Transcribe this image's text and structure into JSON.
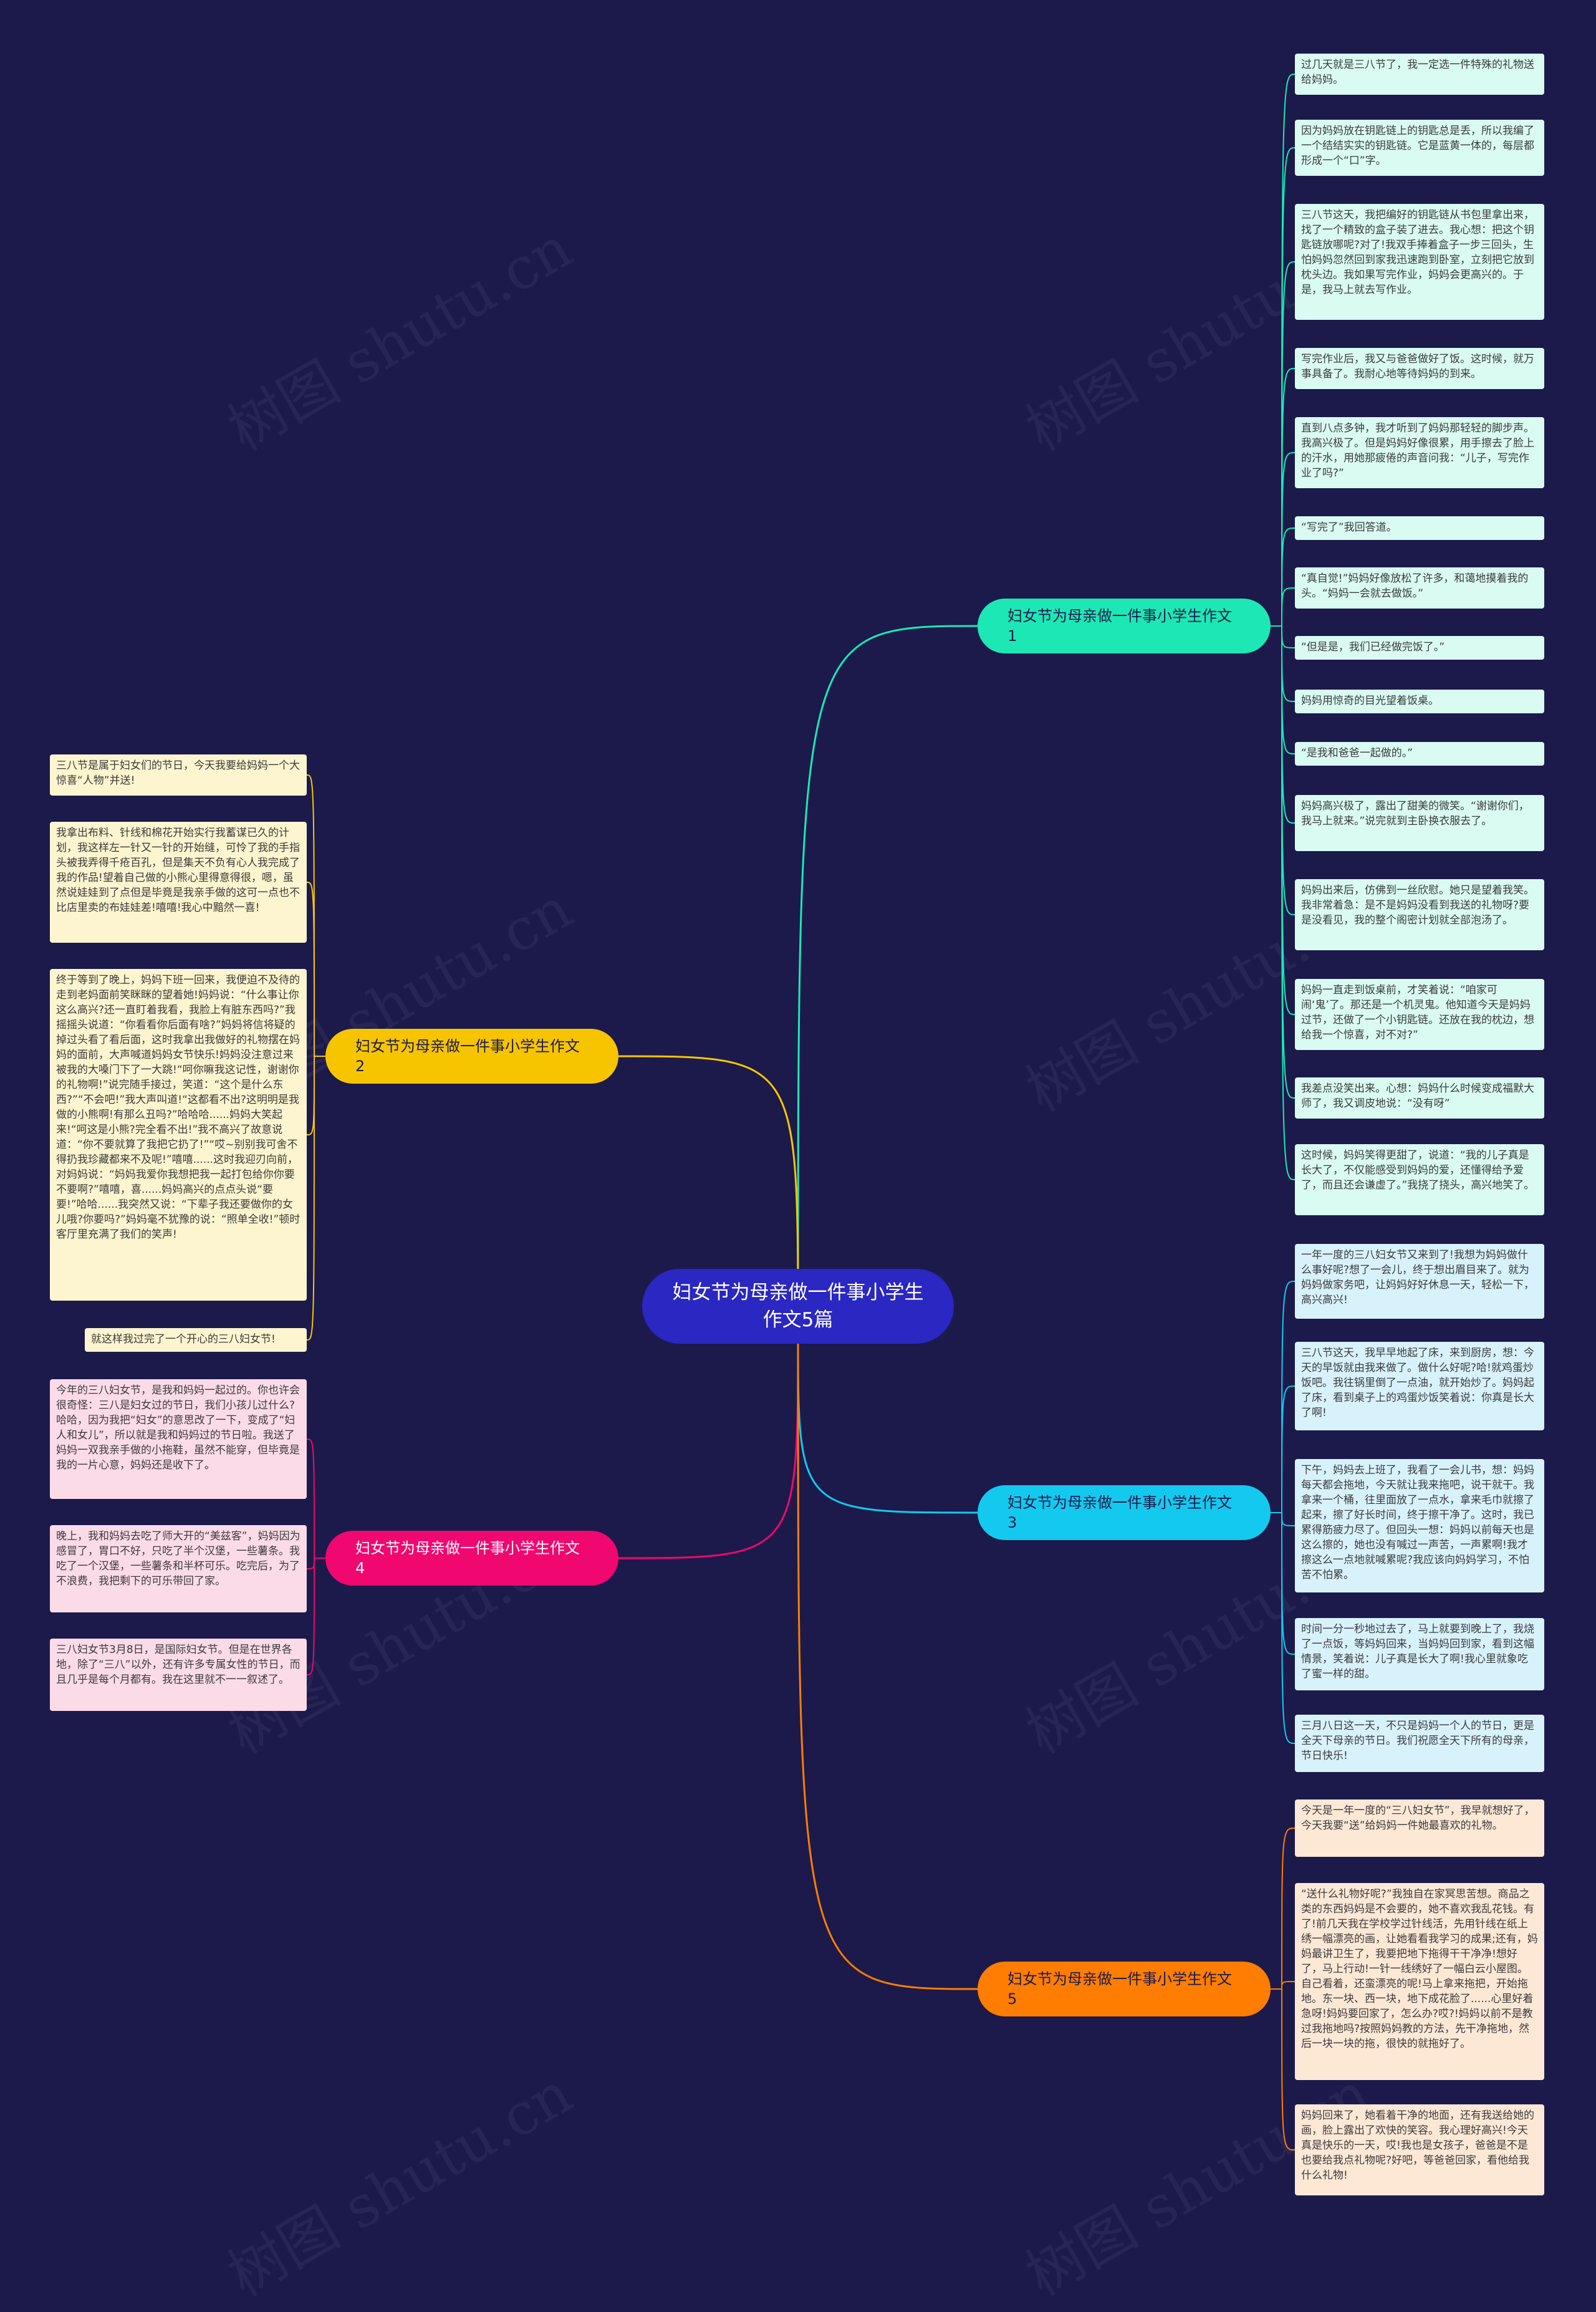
{
  "root": {
    "title": "妇女节为母亲做一件事小学生作文5篇"
  },
  "watermark": "树图 shutu.cn",
  "colors": {
    "background": "#1b1a4b",
    "root": "#2a27c2",
    "branch1": "#1de8b5",
    "branch2": "#f7c500",
    "branch3": "#14c9ee",
    "branch4": "#f0076f",
    "branch5": "#ff7d00"
  },
  "branches": [
    {
      "label": "妇女节为母亲做一件事小学生作文1",
      "color": "#1de8b5",
      "text_color": "#1b1a4b",
      "side": "right",
      "leaves": [
        "过几天就是三八节了，我一定选一件特殊的礼物送给妈妈。",
        "因为妈妈放在钥匙链上的钥匙总是丢，所以我编了一个结结实实的钥匙链。它是蓝黄一体的，每层都形成一个“口”字。",
        "三八节这天，我把编好的钥匙链从书包里拿出来，找了一个精致的盒子装了进去。我心想：把这个钥匙链放哪呢?对了!我双手捧着盒子一步三回头，生怕妈妈忽然回到家我迅速跑到卧室，立刻把它放到枕头边。我如果写完作业，妈妈会更高兴的。于是，我马上就去写作业。",
        "写完作业后，我又与爸爸做好了饭。这时候，就万事具备了。我耐心地等待妈妈的到来。",
        "直到八点多钟，我才听到了妈妈那轻轻的脚步声。我高兴极了。但是妈妈好像很累，用手擦去了脸上的汗水，用她那疲倦的声音问我：“儿子，写完作业了吗?”",
        "“写完了”我回答道。",
        "“真自觉!”妈妈好像放松了许多，和蔼地摸着我的头。“妈妈一会就去做饭。”",
        "“但是是，我们已经做完饭了。”",
        "妈妈用惊奇的目光望着饭桌。",
        "“是我和爸爸一起做的。”",
        "妈妈高兴极了，露出了甜美的微笑。“谢谢你们，我马上就来。”说完就到主卧换衣服去了。",
        "妈妈出来后，仿佛到一丝欣慰。她只是望着我笑。我非常着急：是不是妈妈没看到我送的礼物呀?要是没看见，我的整个阁密计划就全部泡汤了。",
        "妈妈一直走到饭桌前，才笑着说：“咱家可闹‘鬼’了。那还是一个机灵鬼。他知道今天是妈妈过节，还做了一个小钥匙链。还放在我的枕边，想给我一个惊喜，对不对?”",
        "我差点没笑出来。心想：妈妈什么时候变成福默大师了，我又调皮地说：“没有呀”",
        "这时候，妈妈笑得更甜了，说道：“我的儿子真是长大了，不仅能感受到妈妈的爱，还懂得给予爱了，而且还会谦虚了。”我挠了挠头，高兴地笑了。"
      ]
    },
    {
      "label": "妇女节为母亲做一件事小学生作文2",
      "color": "#f7c500",
      "text_color": "#1b1a4b",
      "side": "left",
      "leaves": [
        "三八节是属于妇女们的节日，今天我要给妈妈一个大惊喜“人物”并送!",
        "我拿出布料、针线和棉花开始实行我蓄谋已久的计划，我这样左一针又一针的开始缝，可怜了我的手指头被我弄得千疮百孔，但是集天不负有心人我完成了我的作品!望着自己做的小熊心里得意得很，嗯，虽然说娃娃到了点但是毕竟是我亲手做的这可一点也不比店里卖的布娃娃差!嘻嘻!我心中黯然一喜!",
        "终于等到了晚上，妈妈下班一回来，我便迫不及待的走到老妈面前笑眯眯的望着她!妈妈说：“什么事让你这么高兴?还一直盯着我看，我脸上有脏东西吗?”我摇摇头说道：“你看看你后面有啥?”妈妈将信将疑的掉过头看了看后面，这时我拿出我做好的礼物摆在妈妈的面前，大声喊道妈妈女节快乐!妈妈没注意过来被我的大嗓门下了一大跳!“呵你嘛我这记性，谢谢你的礼物啊!”说完随手接过，笑道：“这个是什么东西?”“不会吧!”我大声叫道!“这都看不出?这明明是我做的小熊啊!有那么丑吗?”哈哈哈......妈妈大笑起来!“呵这是小熊?完全看不出!”我不高兴了故意说道：“你不要就算了我把它扔了!”“哎~别别我可舍不得扔我珍藏都来不及呢!”嘻嘻......这时我迎刃向前，对妈妈说：“妈妈我爱你我想把我一起打包给你你要不要啊?”嘻嘻，喜......妈妈高兴的点点头说“要要!”哈哈......我突然又说：“下辈子我还要做你的女儿哦?你要吗?”妈妈毫不犹豫的说：“照单全收!”顿时客厅里充满了我们的笑声!",
        "就这样我过完了一个开心的三八妇女节!"
      ]
    },
    {
      "label": "妇女节为母亲做一件事小学生作文3",
      "color": "#14c9ee",
      "text_color": "#1b1a4b",
      "side": "right",
      "leaves": [
        "一年一度的三八妇女节又来到了!我想为妈妈做什么事好呢?想了一会儿，终于想出眉目来了。就为妈妈做家务吧，让妈妈好好休息一天，轻松一下，高兴高兴!",
        "三八节这天，我早早地起了床，来到厨房，想：今天的早饭就由我来做了。做什么好呢?哈!就鸡蛋炒饭吧。我往锅里倒了一点油，就开始炒了。妈妈起了床，看到桌子上的鸡蛋炒饭笑着说：你真是长大了啊!",
        "下午，妈妈去上班了，我看了一会儿书，想：妈妈每天都会拖地，今天就让我来拖吧，说干就干。我拿来一个桶，往里面放了一点水，拿来毛巾就擦了起来，擦了好长时间，终于擦干净了。这时，我已累得筋疲力尽了。但回头一想：妈妈以前每天也是这么擦的，她也没有喊过一声苦，一声累啊!我才擦这么一点地就喊累呢?我应该向妈妈学习，不怕苦不怕累。",
        "时间一分一秒地过去了，马上就要到晚上了，我烧了一点饭，等妈妈回来，当妈妈回到家，看到这幅情景，笑着说：儿子真是长大了啊!我心里就象吃了蜜一样的甜。",
        "三月八日这一天，不只是妈妈一个人的节日，更是全天下母亲的节日。我们祝愿全天下所有的母亲，节日快乐!"
      ]
    },
    {
      "label": "妇女节为母亲做一件事小学生作文4",
      "color": "#f0076f",
      "text_color": "#ffffff",
      "side": "left",
      "leaves": [
        "今年的三八妇女节，是我和妈妈一起过的。你也许会很奇怪：三八是妇女过的节日，我们小孩儿过什么?哈哈，因为我把“妇女”的意思改了一下，变成了“妇人和女儿”，所以就是我和妈妈过的节日啦。我送了妈妈一双我亲手做的小拖鞋，虽然不能穿，但毕竟是我的一片心意，妈妈还是收下了。",
        "晚上，我和妈妈去吃了师大开的“美兹客”，妈妈因为感冒了，胃口不好，只吃了半个汉堡，一些薯条。我吃了一个汉堡，一些薯条和半杯可乐。吃完后，为了不浪费，我把剩下的可乐带回了家。",
        "三八妇女节3月8日，是国际妇女节。但是在世界各地，除了“三八”以外，还有许多专属女性的节日，而且几乎是每个月都有。我在这里就不一一叙述了。"
      ]
    },
    {
      "label": "妇女节为母亲做一件事小学生作文5",
      "color": "#ff7d00",
      "text_color": "#1b1a4b",
      "side": "right",
      "leaves": [
        "今天是一年一度的“三八妇女节”，我早就想好了，今天我要“送”给妈妈一件她最喜欢的礼物。",
        "“送什么礼物好呢?”我独自在家冥思苦想。商品之类的东西妈妈是不会要的，她不喜欢我乱花钱。有了!前几天我在学校学过针线活，先用针线在纸上绣一幅漂亮的画，让她看看我学习的成果;还有，妈妈最讲卫生了，我要把地下拖得干干净净!想好了，马上行动!一针一线绣好了一幅白云小屋图。自己看着，还蛮漂亮的呢!马上拿来拖把，开始拖地。东一块、西一块，地下成花脸了......心里好着急呀!妈妈要回家了，怎么办?哎?!妈妈以前不是教过我拖地吗?按照妈妈教的方法，先干净拖地，然后一块一块的拖，很快的就拖好了。",
        "妈妈回来了，她看着干净的地面，还有我送给她的画，脸上露出了欢快的笑容。我心理好高兴!今天真是快乐的一天，哎!我也是女孩子，爸爸是不是也要给我点礼物呢?好吧，等爸爸回家，看他给我什么礼物!"
      ]
    }
  ]
}
